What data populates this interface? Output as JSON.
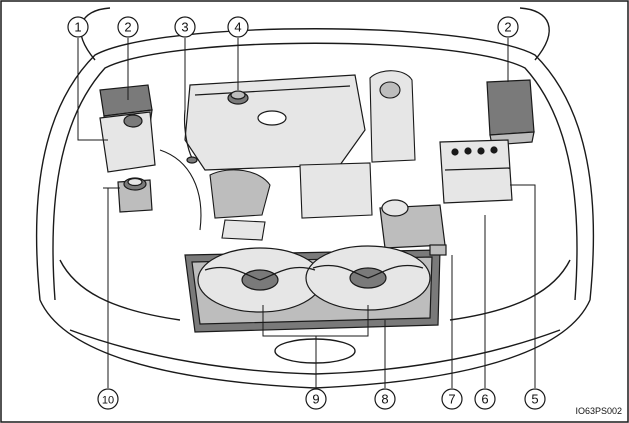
{
  "figure_code": "IO63PS002",
  "callouts": {
    "c1_top": "1",
    "c2_top_left": "2",
    "c3_top": "3",
    "c4_top": "4",
    "c2_top_right": "2",
    "c10_bottom": "10",
    "c9_bottom": "9",
    "c8_bottom": "8",
    "c7_bottom": "7",
    "c6_bottom": "6",
    "c5_bottom": "5"
  },
  "colors": {
    "line": "#1a1a1a",
    "fill_light": "#e6e6e6",
    "fill_mid": "#bdbdbd",
    "fill_dark": "#7a7a7a",
    "background": "#ffffff"
  }
}
